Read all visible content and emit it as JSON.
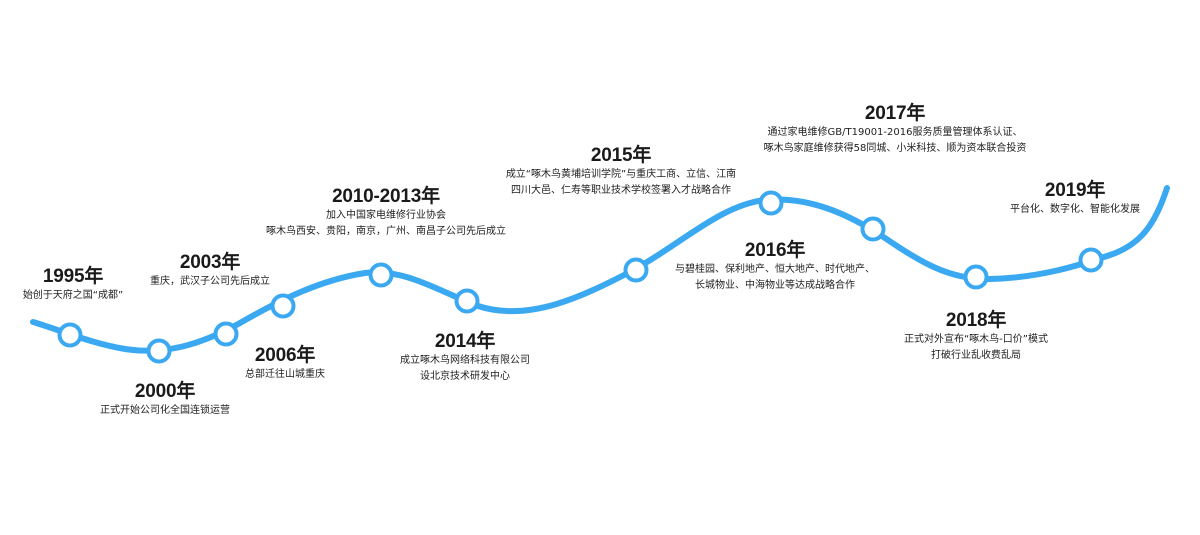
{
  "theme": {
    "line_color": "#3aa9f2",
    "node_fill": "#ffffff",
    "text_color": "#1a1a1a"
  },
  "milestones": [
    {
      "year": "1995年",
      "lines": [
        "始创于天府之国“成都”"
      ]
    },
    {
      "year": "2000年",
      "lines": [
        "正式开始公司化全国连锁运营"
      ]
    },
    {
      "year": "2003年",
      "lines": [
        "重庆，武汉子公司先后成立"
      ]
    },
    {
      "year": "2006年",
      "lines": [
        "总部迁往山城重庆"
      ]
    },
    {
      "year": "2010-2013年",
      "lines": [
        "加入中国家电维修行业协会",
        "啄木鸟西安、贵阳，南京，广州、南昌子公司先后成立"
      ]
    },
    {
      "year": "2014年",
      "lines": [
        "成立啄木鸟网络科技有限公司",
        "设北京技术研发中心"
      ]
    },
    {
      "year": "2015年",
      "lines": [
        "成立“啄木鸟黄埔培训学院”与重庆工商、立信、江南",
        "四川大邑、仁寿等职业技术学校签署入才战略合作"
      ]
    },
    {
      "year": "2016年",
      "lines": [
        "与碧桂园、保利地产、恒大地产、时代地产、",
        "长城物业、中海物业等达成战略合作"
      ]
    },
    {
      "year": "2017年",
      "lines": [
        "通过家电维修GB/T19001-2016服务质量管理体系认证、",
        "啄木鸟家庭维修获得58同城、小米科技、顺为资本联合投资"
      ]
    },
    {
      "year": "2018年",
      "lines": [
        "正式对外宣布“啄木鸟-口价”模式",
        "打破行业乱收费乱局"
      ]
    },
    {
      "year": "2019年",
      "lines": [
        "平台化、数字化、智能化发展"
      ]
    }
  ]
}
